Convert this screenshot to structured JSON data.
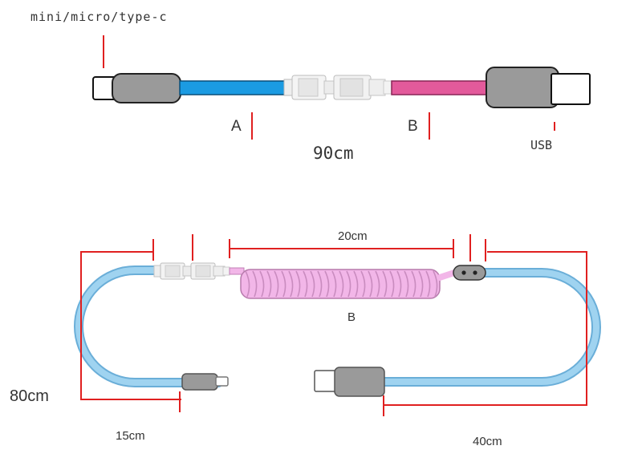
{
  "labels": {
    "connector_type": "mini/micro/type-c",
    "segment_a": "A",
    "segment_b": "B",
    "total_length": "90cm",
    "usb": "USB",
    "coil_length": "20cm",
    "coil_segment": "B",
    "height_length": "80cm",
    "left_end_length": "15cm",
    "right_end_length": "40cm"
  },
  "colors": {
    "cable_a": "#1b9be2",
    "cable_b": "#e35a9b",
    "cable_light_blue": "#9fd3f0",
    "coil_pink": "#f2b6e8",
    "connector_grey": "#9a9a9a",
    "dimension_red": "#e02020"
  }
}
